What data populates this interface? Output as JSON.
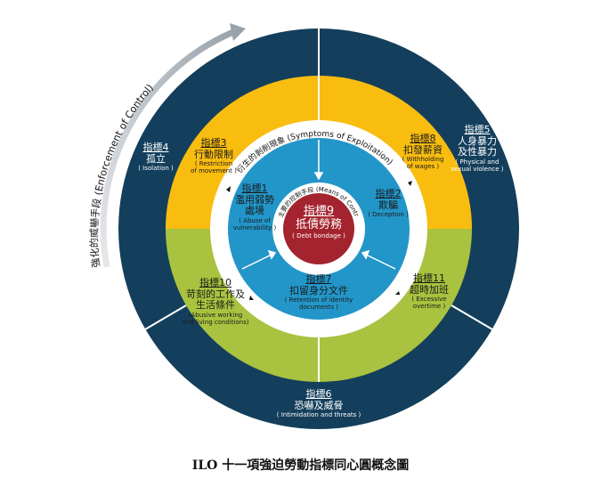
{
  "enforcement_label": "強化的威嚇手段 (Enforcement of Control)",
  "symptoms_label": "衍生的剝削現象 (Symptoms of Exploitation)",
  "means_label": "主要的控制手段 (Means of Control)",
  "indicators": {
    "i1": {
      "title": "指標1",
      "zh": [
        "濫用弱勢",
        "處境"
      ],
      "en": [
        "( Abuse of",
        "vulnerability )"
      ]
    },
    "i2": {
      "title": "指標2",
      "zh": [
        "欺騙"
      ],
      "en": [
        "( Deception )"
      ]
    },
    "i3": {
      "title": "指標3",
      "zh": [
        "行動限制"
      ],
      "en": [
        "( Restriction",
        "of movement )"
      ]
    },
    "i4": {
      "title": "指標4",
      "zh": [
        "孤立"
      ],
      "en": [
        "( Isolation )"
      ]
    },
    "i5": {
      "title": "指標5",
      "zh": [
        "人身暴力",
        "及性暴力"
      ],
      "en": [
        "( Physical and",
        "sexual violence )"
      ]
    },
    "i6": {
      "title": "指標6",
      "zh": [
        "恐嚇及威脅"
      ],
      "en": [
        "( Intimidation and threats )"
      ]
    },
    "i7": {
      "title": "指標7",
      "zh": [
        "扣留身分文件"
      ],
      "en": [
        "( Retention of identity",
        "documents )"
      ]
    },
    "i8": {
      "title": "指標8",
      "zh": [
        "扣發薪資"
      ],
      "en": [
        "( Withholding",
        "of wages )"
      ]
    },
    "i9": {
      "title": "指標9",
      "zh": [
        "抵債勞務"
      ],
      "en": [
        "( Debt bondage )"
      ]
    },
    "i10": {
      "title": "指標10",
      "zh": [
        "苛刻的工作及",
        "生活條件"
      ],
      "en": [
        "(Abusive working",
        "and living conditions)"
      ]
    },
    "i11": {
      "title": "指標11",
      "zh": [
        "超時加班"
      ],
      "en": [
        "( Excessive",
        "overtime )"
      ]
    }
  },
  "caption": "ILO 十一項強迫勞動指標同心圓概念圖",
  "colors": {
    "outer": "#143f5c",
    "yellow": "#f9bd10",
    "green": "#a9c23f",
    "blue": "#2396c9",
    "red": "#a3232e",
    "arc": "#b5bcc3"
  }
}
